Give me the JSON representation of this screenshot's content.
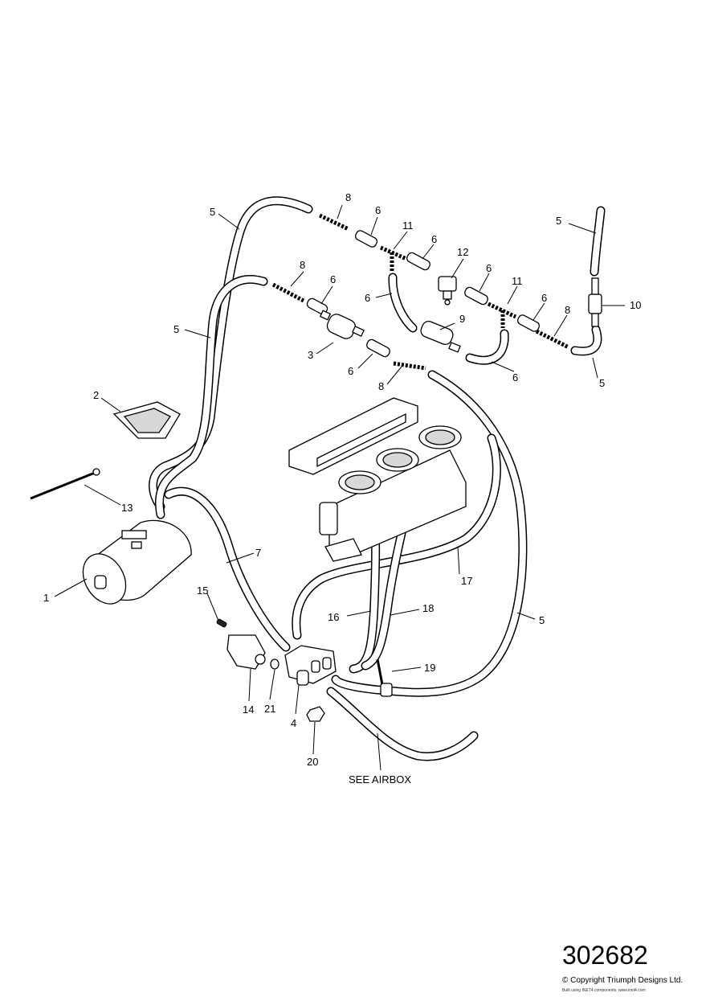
{
  "callouts": [
    "1",
    "2",
    "3",
    "4",
    "5",
    "5",
    "5",
    "5",
    "5",
    "6",
    "6",
    "6",
    "6",
    "6",
    "6",
    "6",
    "6",
    "7",
    "8",
    "8",
    "8",
    "8",
    "9",
    "10",
    "11",
    "11",
    "12",
    "13",
    "14",
    "15",
    "16",
    "17",
    "18",
    "19",
    "20",
    "21"
  ],
  "see_airbox": "SEE AIRBOX",
  "reference_number": "302682",
  "copyright": "© Copyright Triumph Designs Ltd.",
  "built_note": "Built using INET4 components. www.inet4.com",
  "colors": {
    "line": "#000000",
    "background": "#ffffff",
    "shade": "#d8d8d8"
  }
}
